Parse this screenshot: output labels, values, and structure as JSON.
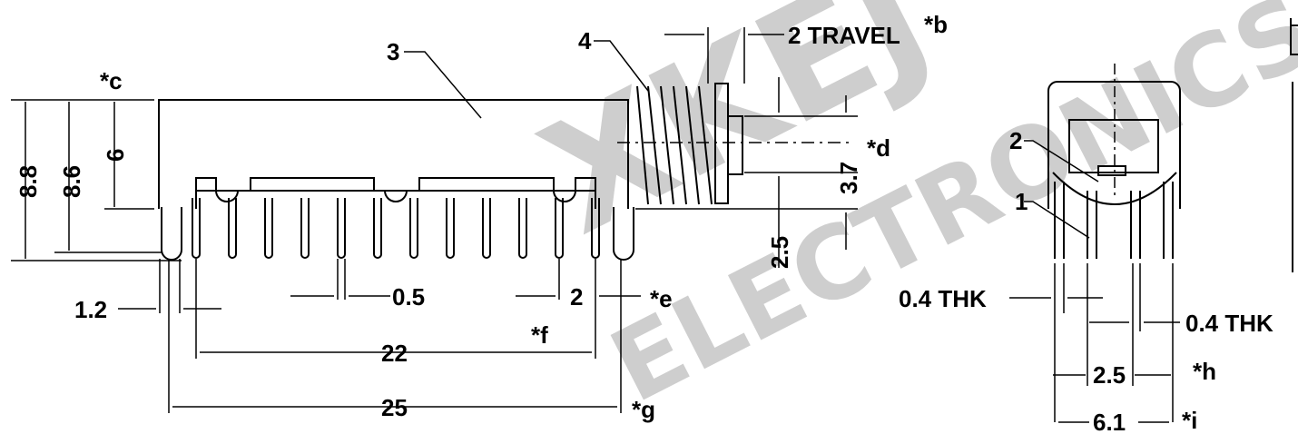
{
  "colors": {
    "line": "#000000",
    "watermark": "#c9c9c9",
    "background": "#ffffff"
  },
  "watermark": {
    "line1": "XKEJ",
    "line2": "ELECTRONICS"
  },
  "callouts": {
    "c1": "1",
    "c2": "2",
    "c3": "3",
    "c4": "4"
  },
  "dimensions": {
    "h_8_8": "8.8",
    "h_8_6": "8.6",
    "h_6": "6",
    "pin_width": "1.2",
    "pitch_small": "0.5",
    "pitch_2": "2",
    "span_22": "22",
    "span_25": "25",
    "travel": "2  TRAVEL",
    "d_3_7": "3.7",
    "d_2_5_v": "2.5",
    "thk_left": "0.4  THK",
    "thk_right": "0.4  THK",
    "w_2_5": "2.5",
    "w_6_1": "6.1"
  },
  "notes": {
    "b": "*b",
    "c": "*c",
    "d": "*d",
    "e": "*e",
    "f": "*f",
    "g": "*g",
    "h": "*h",
    "i": "*i"
  }
}
